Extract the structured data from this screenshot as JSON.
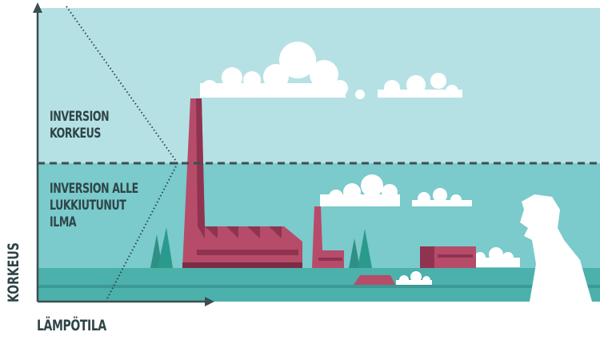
{
  "labels": {
    "inversion_height": "INVERSION\nKORKEUS",
    "trapped_air": "INVERSION ALLE\nLUKKIUTUNUT\nILMA",
    "y_axis": "KORKEUS",
    "x_axis": "LÄMPÖTILA"
  },
  "colors": {
    "upper_sky": "#b6e1e4",
    "lower_sky": "#7bcacc",
    "ground": "#4cb0ab",
    "factory": "#b64c6a",
    "text": "#2e4548"
  }
}
